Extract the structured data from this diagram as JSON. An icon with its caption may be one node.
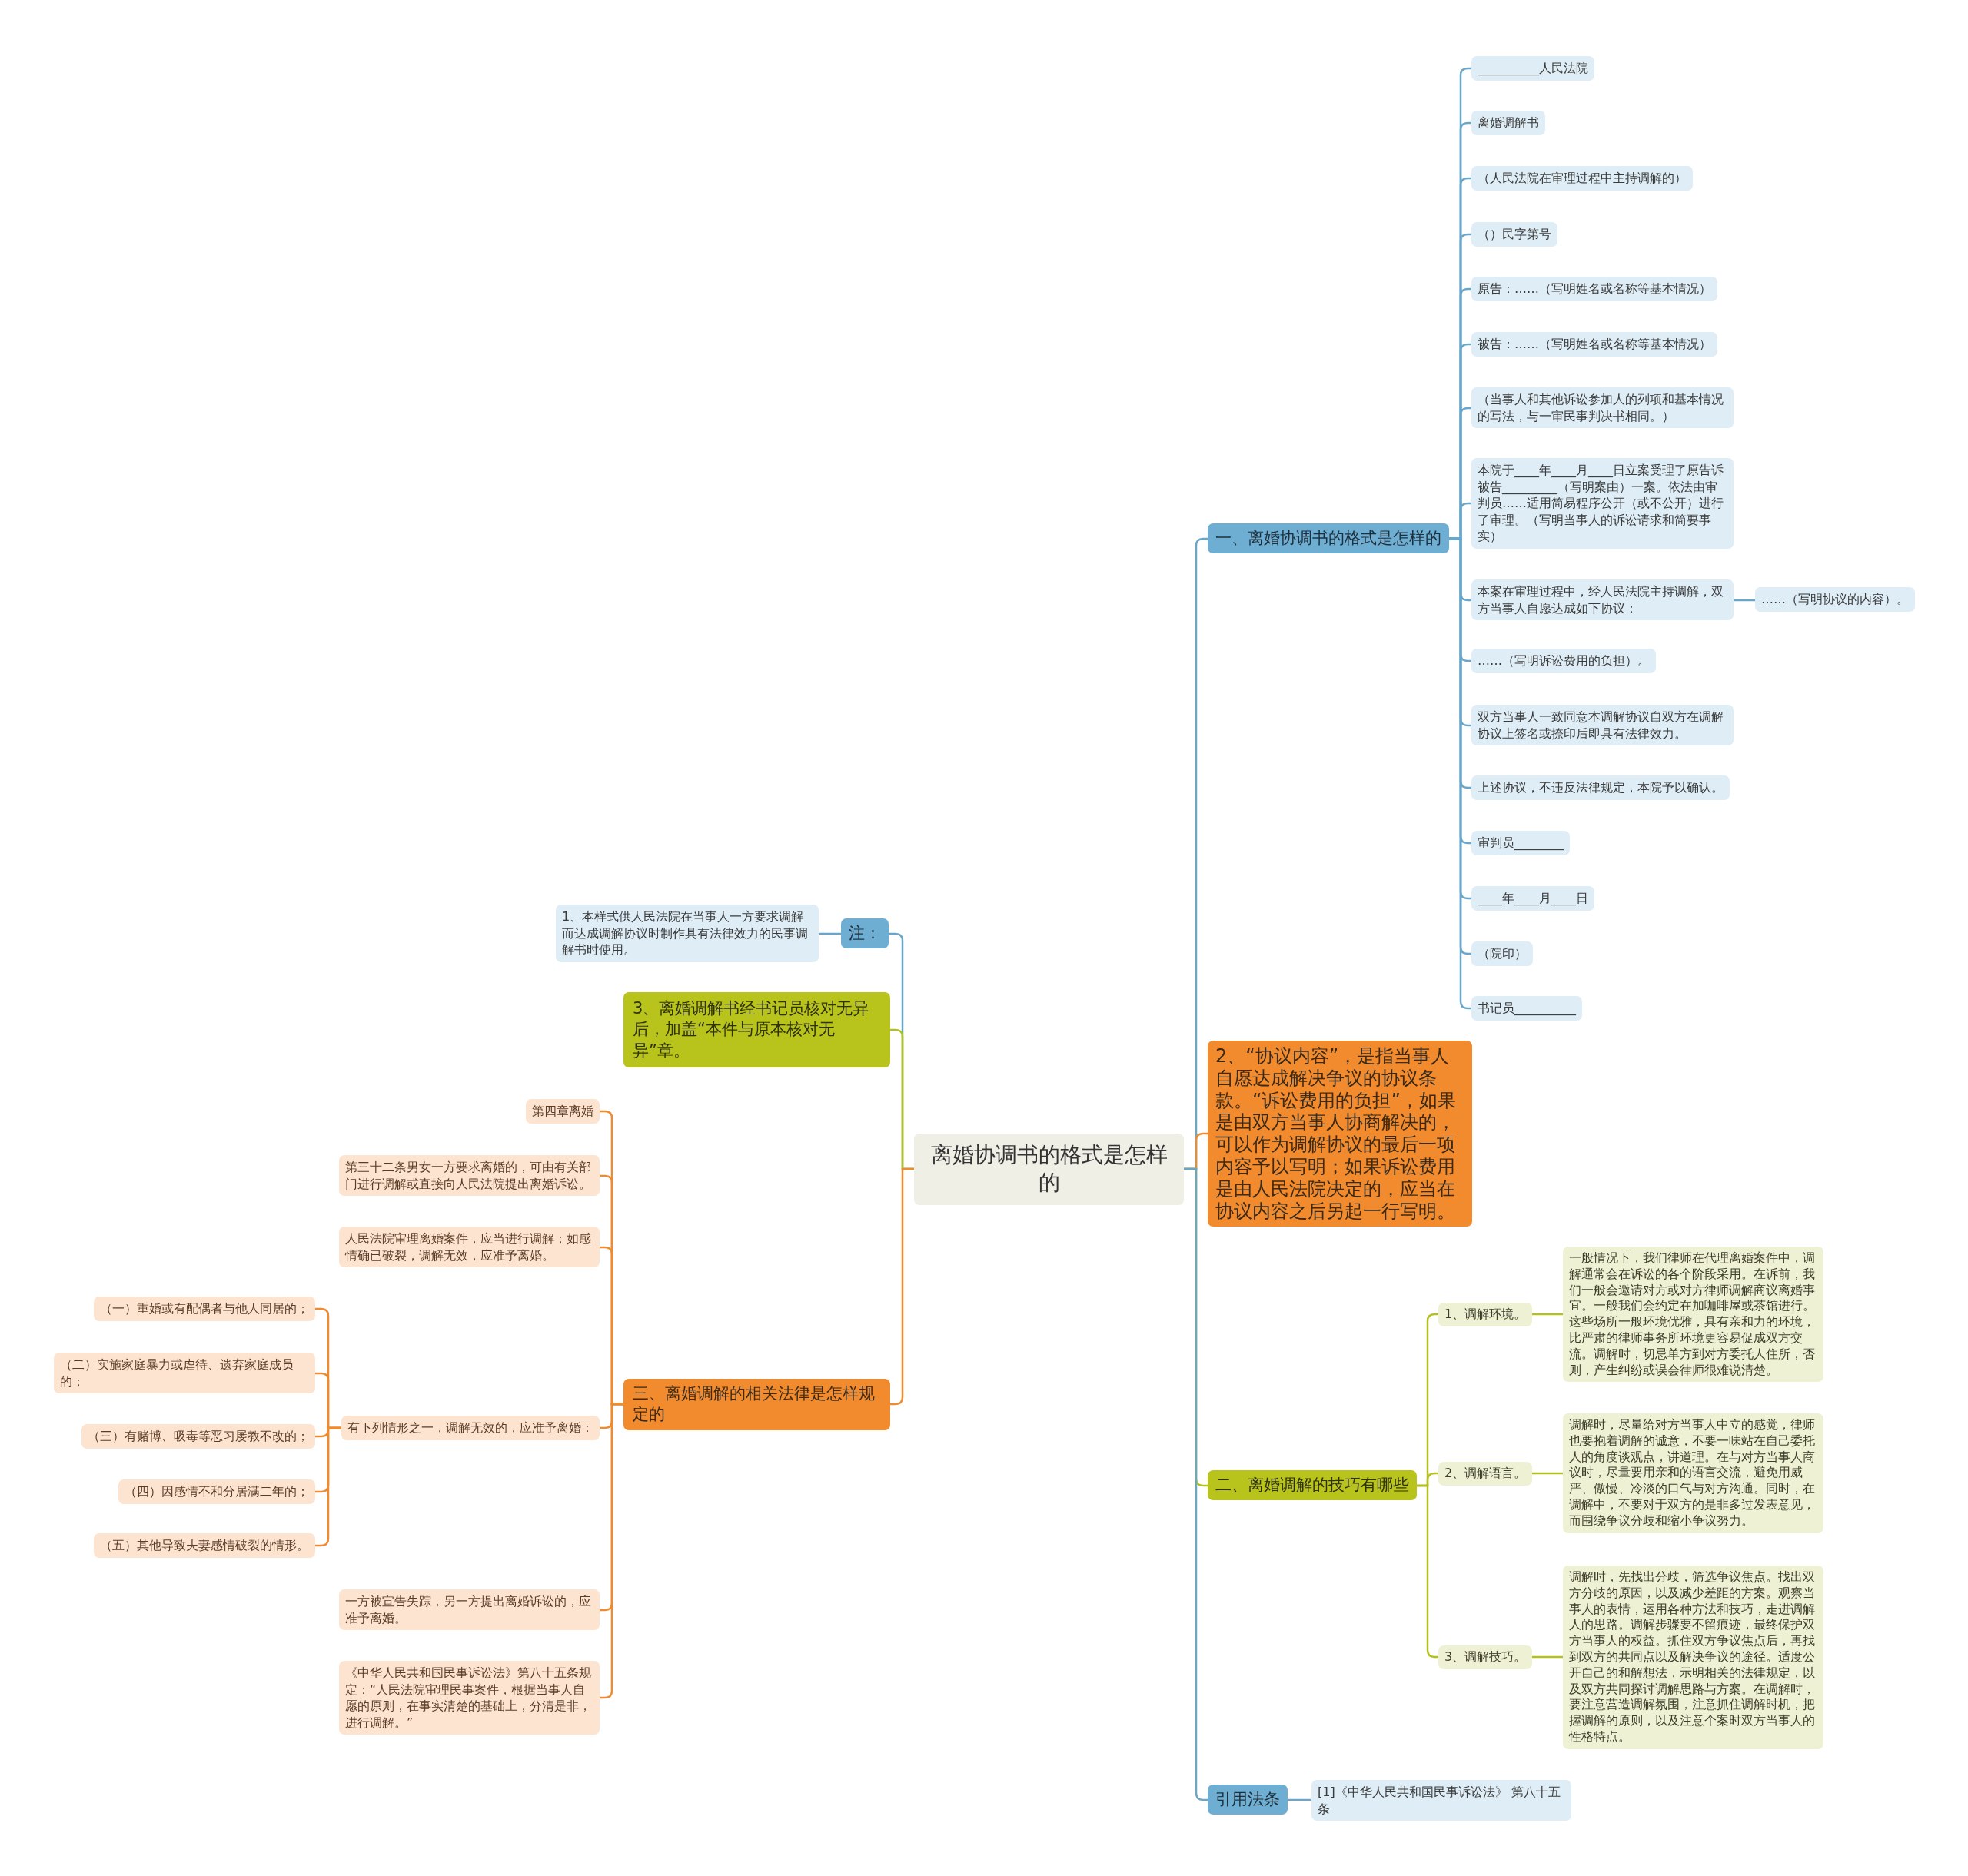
{
  "diagram": {
    "nodes": [
      {
        "text": [
          "离婚协调书的格式是怎样的"
        ]
      },
      {
        "text": [
          "一、离婚协调书的格式是怎样的"
        ]
      },
      {
        "text": [
          "__________人民法院"
        ]
      },
      {
        "text": [
          "离婚调解书"
        ]
      },
      {
        "text": [
          "（人民法院在审理过程中主持调解的）"
        ]
      },
      {
        "text": [
          "（）民字第号"
        ]
      },
      {
        "text": [
          "原告：……（写明姓名或名称等基本情况）"
        ]
      },
      {
        "text": [
          "被告：……（写明姓名或名称等基本情况）"
        ]
      },
      {
        "text": [
          "（当事人和其他诉讼参加人的列项和基本情况的写法，与一审民事判决书相同。）"
        ]
      },
      {
        "text": [
          "本院于____年____月____日立案受理了原告诉被告_________（写明案由）一案。依法由审判员……适用简易程序公开（或不公开）进行了审理。（写明当事人的诉讼请求和简要事实）"
        ]
      },
      {
        "text": [
          "本案在审理过程中，经人民法院主持调解，双方当事人自愿达成如下协议："
        ]
      },
      {
        "text": [
          "……（写明协议的内容）。"
        ]
      },
      {
        "text": [
          "……（写明诉讼费用的负担）。"
        ]
      },
      {
        "text": [
          "双方当事人一致同意本调解协议自双方在调解协议上签名或捺印后即具有法律效力。"
        ]
      },
      {
        "text": [
          "上述协议，不违反法律规定，本院予以确认。"
        ]
      },
      {
        "text": [
          "审判员________"
        ]
      },
      {
        "text": [
          "____年____月____日"
        ]
      },
      {
        "text": [
          "（院印）"
        ]
      },
      {
        "text": [
          "书记员__________"
        ]
      },
      {
        "text": [
          "2、“协议内容”，是指当事人自愿达成解决争议的协议条款。“诉讼费用的负担”，如果是由双方当事人协商解决的，可以作为调解协议的最后一项内容予以写明；如果诉讼费用是由人民法院决定的，应当在协议内容之后另起一行写明。"
        ]
      },
      {
        "text": [
          "二、离婚调解的技巧有哪些"
        ]
      },
      {
        "text": [
          "1、调解环境。"
        ]
      },
      {
        "text": [
          "一般情况下，我们律师在代理离婚案件中，调解通常会在诉讼的各个阶段采用。在诉前，我们一般会邀请对方或对方律师调解商议离婚事宜。一般我们会约定在加咖啡屋或茶馆进行。这些场所一般环境优雅，具有亲和力的环境，比严肃的律师事务所环境更容易促成双方交流。调解时，切忌单方到对方委托人住所，否则，产生纠纷或误会律师很难说清楚。"
        ]
      },
      {
        "text": [
          "2、调解语言。"
        ]
      },
      {
        "text": [
          "调解时，尽量给对方当事人中立的感觉，律师也要抱着调解的诚意，不要一味站在自己委托人的角度谈观点，讲道理。在与对方当事人商议时，尽量要用亲和的语言交流，避免用威严、傲慢、冷淡的口气与对方沟通。同时，在调解中，不要对于双方的是非多过发表意见，而围绕争议分歧和缩小争议努力。"
        ]
      },
      {
        "text": [
          "3、调解技巧。"
        ]
      },
      {
        "text": [
          "调解时，先找出分歧，筛选争议焦点。找出双方分歧的原因，以及减少差距的方案。观察当事人的表情，运用各种方法和技巧，走进调解人的思路。调解步骤要不留痕迹，最终保护双方当事人的权益。抓住双方争议焦点后，再找到双方的共同点以及解决争议的途径。适度公开自己的和解想法，示明相关的法律规定，以及双方共同探讨调解思路与方案。在调解时，要注意营造调解氛围，注意抓住调解时机，把握调解的原则，以及注意个案时双方当事人的性格特点。"
        ]
      },
      {
        "text": [
          "引用法条"
        ]
      },
      {
        "text": [
          "[1]《中华人民共和国民事诉讼法》 第八十五条"
        ]
      },
      {
        "text": [
          "注："
        ]
      },
      {
        "text": [
          "1、本样式供人民法院在当事人一方要求调解而达成调解协议时制作具有法律效力的民事调解书时使用。"
        ]
      },
      {
        "text": [
          "3、离婚调解书经书记员核对无异后，加盖“本件与原本核对无异”章。"
        ]
      },
      {
        "text": [
          "三、离婚调解的相关法律是怎样规定的"
        ]
      },
      {
        "text": [
          "第四章离婚"
        ]
      },
      {
        "text": [
          "第三十二条男女一方要求离婚的，可由有关部门进行调解或直接向人民法院提出离婚诉讼。"
        ]
      },
      {
        "text": [
          "人民法院审理离婚案件，应当进行调解；如感情确已破裂，调解无效，应准予离婚。"
        ]
      },
      {
        "text": [
          "有下列情形之一，调解无效的，应准予离婚："
        ]
      },
      {
        "text": [
          "（一）重婚或有配偶者与他人同居的；"
        ]
      },
      {
        "text": [
          "（二）实施家庭暴力或虐待、遗弃家庭成员的；"
        ]
      },
      {
        "text": [
          "（三）有赌博、吸毒等恶习屡教不改的；"
        ]
      },
      {
        "text": [
          "（四）因感情不和分居满二年的；"
        ]
      },
      {
        "text": [
          "（五）其他导致夫妻感情破裂的情形。"
        ]
      },
      {
        "text": [
          "一方被宣告失踪，另一方提出离婚诉讼的，应准予离婚。"
        ]
      },
      {
        "text": [
          "《中华人民共和国民事诉讼法》第八十五条规定：“人民法院审理民事案件，根据当事人自愿的原则，在事实清楚的基础上，分清是非，进行调解。”"
        ]
      }
    ],
    "edges": [
      {
        "from": 0,
        "to": 1,
        "arrow": "none"
      },
      {
        "from": 1,
        "to": 2,
        "arrow": "none"
      },
      {
        "from": 1,
        "to": 3,
        "arrow": "none"
      },
      {
        "from": 1,
        "to": 4,
        "arrow": "none"
      },
      {
        "from": 1,
        "to": 5,
        "arrow": "none"
      },
      {
        "from": 1,
        "to": 6,
        "arrow": "none"
      },
      {
        "from": 1,
        "to": 7,
        "arrow": "none"
      },
      {
        "from": 1,
        "to": 8,
        "arrow": "none"
      },
      {
        "from": 1,
        "to": 9,
        "arrow": "none"
      },
      {
        "from": 1,
        "to": 10,
        "arrow": "none"
      },
      {
        "from": 10,
        "to": 11,
        "arrow": "none"
      },
      {
        "from": 1,
        "to": 12,
        "arrow": "none"
      },
      {
        "from": 1,
        "to": 13,
        "arrow": "none"
      },
      {
        "from": 1,
        "to": 14,
        "arrow": "none"
      },
      {
        "from": 1,
        "to": 15,
        "arrow": "none"
      },
      {
        "from": 1,
        "to": 16,
        "arrow": "none"
      },
      {
        "from": 1,
        "to": 17,
        "arrow": "none"
      },
      {
        "from": 1,
        "to": 18,
        "arrow": "none"
      },
      {
        "from": 0,
        "to": 19,
        "arrow": "none",
        "color": "#ee8a2f"
      },
      {
        "from": 0,
        "to": 20,
        "arrow": "none",
        "color": "#b4c11d"
      },
      {
        "from": 20,
        "to": 21,
        "arrow": "none",
        "color": "#b4c11d"
      },
      {
        "from": 21,
        "to": 22,
        "arrow": "none",
        "color": "#b4c11d"
      },
      {
        "from": 20,
        "to": 23,
        "arrow": "none",
        "color": "#b4c11d"
      },
      {
        "from": 23,
        "to": 24,
        "arrow": "none",
        "color": "#b4c11d"
      },
      {
        "from": 20,
        "to": 25,
        "arrow": "none",
        "color": "#b4c11d"
      },
      {
        "from": 25,
        "to": 26,
        "arrow": "none",
        "color": "#b4c11d"
      },
      {
        "from": 0,
        "to": 27,
        "arrow": "none"
      },
      {
        "from": 27,
        "to": 28,
        "arrow": "none"
      },
      {
        "from": 0,
        "to": 29,
        "arrow": "none"
      },
      {
        "from": 29,
        "to": 30,
        "arrow": "none"
      },
      {
        "from": 0,
        "to": 31,
        "arrow": "none",
        "color": "#b4c11d"
      },
      {
        "from": 0,
        "to": 32,
        "arrow": "none",
        "color": "#ee8a2f"
      },
      {
        "from": 32,
        "to": 33,
        "arrow": "none",
        "color": "#ee8a2f"
      },
      {
        "from": 32,
        "to": 34,
        "arrow": "none",
        "color": "#ee8a2f"
      },
      {
        "from": 32,
        "to": 35,
        "arrow": "none",
        "color": "#ee8a2f"
      },
      {
        "from": 32,
        "to": 36,
        "arrow": "none",
        "color": "#ee8a2f"
      },
      {
        "from": 36,
        "to": 37,
        "arrow": "none",
        "color": "#ee8a2f"
      },
      {
        "from": 36,
        "to": 38,
        "arrow": "none",
        "color": "#ee8a2f"
      },
      {
        "from": 36,
        "to": 39,
        "arrow": "none",
        "color": "#ee8a2f"
      },
      {
        "from": 36,
        "to": 40,
        "arrow": "none",
        "color": "#ee8a2f"
      },
      {
        "from": 36,
        "to": 41,
        "arrow": "none",
        "color": "#ee8a2f"
      },
      {
        "from": 32,
        "to": 42,
        "arrow": "none",
        "color": "#ee8a2f"
      },
      {
        "from": 32,
        "to": 43,
        "arrow": "none",
        "color": "#ee8a2f"
      }
    ]
  }
}
